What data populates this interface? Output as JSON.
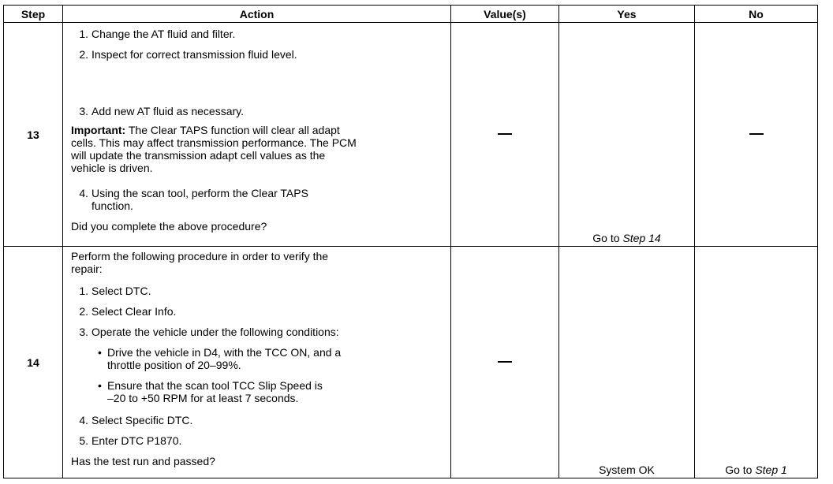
{
  "header": {
    "step": "Step",
    "action": "Action",
    "values": "Value(s)",
    "yes": "Yes",
    "no": "No"
  },
  "dash": "—",
  "row13": {
    "step": "13",
    "items": {
      "i1_num": "1.",
      "i1": "Change the AT fluid and filter.",
      "i2_num": "2.",
      "i2": "Inspect for correct transmission fluid level.",
      "i3_num": "3.",
      "i3": "Add new AT fluid as necessary.",
      "important_label": "Important:",
      "important_l1": "The Clear TAPS function will clear all adapt",
      "important_l2": "cells. This may affect transmission performance. The PCM",
      "important_l3": "will update the transmission adapt cell values as the",
      "important_l4": "vehicle is driven.",
      "i4_num": "4.",
      "i4_l1": "Using the scan tool, perform the Clear TAPS",
      "i4_l2": "function.",
      "question": "Did you complete the above procedure?"
    },
    "yes_prefix": "Go to",
    "yes_ref": "Step 14"
  },
  "row14": {
    "step": "14",
    "items": {
      "intro_l1": "Perform the following procedure in order to verify the",
      "intro_l2": "repair:",
      "i1_num": "1.",
      "i1": "Select DTC.",
      "i2_num": "2.",
      "i2": "Select Clear Info.",
      "i3_num": "3.",
      "i3": "Operate the vehicle under the following conditions:",
      "b1_l1": "Drive the vehicle in D4, with the TCC ON, and a",
      "b1_l2": "throttle position of 20–99%.",
      "b2_l1": "Ensure that the scan tool TCC Slip Speed is",
      "b2_l2": "–20 to +50 RPM for at least 7 seconds.",
      "i4_num": "4.",
      "i4": "Select Specific DTC.",
      "i5_num": "5.",
      "i5": "Enter DTC P1870.",
      "question": "Has the test run and passed?"
    },
    "yes": "System OK",
    "no_prefix": "Go to",
    "no_ref": "Step 1"
  }
}
